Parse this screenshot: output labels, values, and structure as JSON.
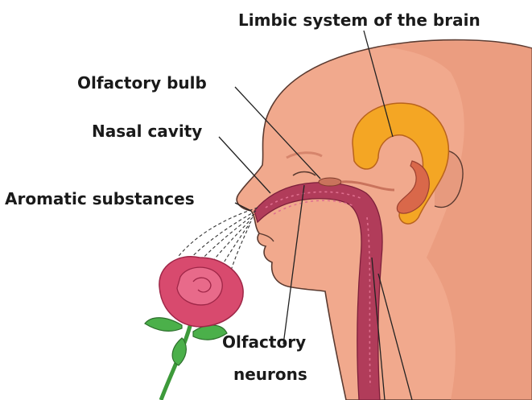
{
  "labels": {
    "limbic_system": "Limbic system of the brain",
    "olfactory_bulb": "Olfactory bulb",
    "nasal_cavity": "Nasal cavity",
    "aromatic_substances": "Aromatic substances",
    "olfactory_neurons_line1": "Olfactory",
    "olfactory_neurons_line2": "neurons"
  },
  "colors": {
    "skin": "#f1a98d",
    "skin_shadow": "#e48d70",
    "skin_outline": "#5a3a30",
    "limbic": "#f4a624",
    "limbic_outline": "#b9631c",
    "airway": "#b13c5a",
    "airway_dark": "#7c1f3a",
    "rose_petal": "#d84a6e",
    "rose_dark": "#9e2647",
    "stem": "#3d9a3a",
    "leaf": "#4bb04a"
  }
}
